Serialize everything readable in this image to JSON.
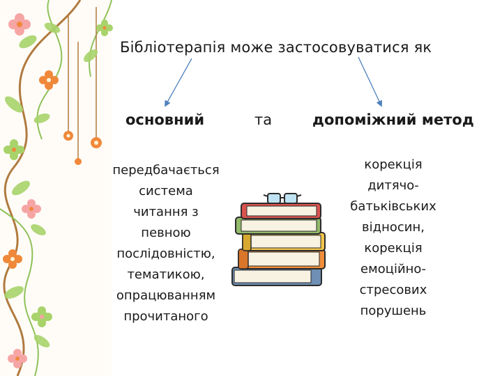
{
  "slide": {
    "title": "Бібліотерапія може застосовуватися як",
    "word_main": "основний",
    "word_and": "та",
    "word_aux": "допоміжний метод",
    "desc_main": "передбачається\nсистема\nчитання з\nпевною\nпослідовністю,\nтематикою,\nопрацюванням\nпрочитаного",
    "desc_aux": "корекція\nдитячо-\nбатьківських\nвідносин,\nкорекція\nемоційно-\nстресових\nпорушень"
  },
  "colors": {
    "arrow": "#4f81bd",
    "flower_orange": "#f0883a",
    "flower_green": "#a8d36b",
    "flower_pink": "#f6a5a5",
    "vine_brown": "#b07a3f"
  },
  "icons": [
    "floral-border-decoration",
    "books-stack-icon",
    "glasses-icon"
  ]
}
